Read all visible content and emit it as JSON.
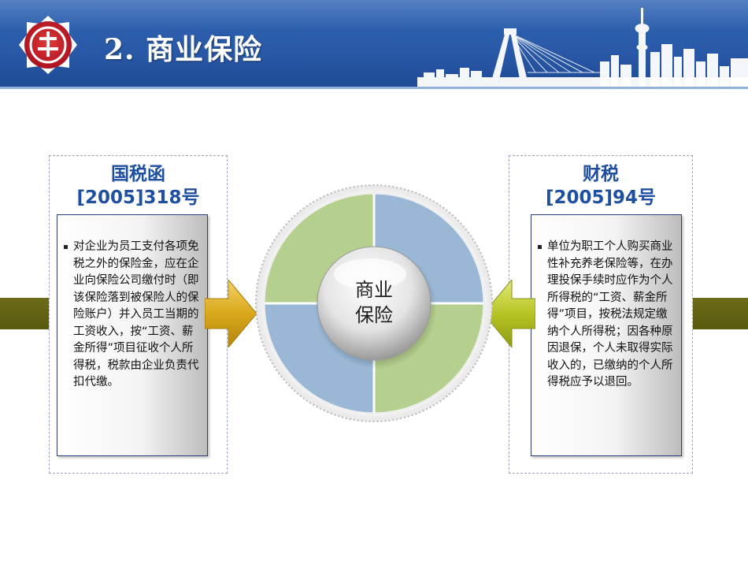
{
  "header": {
    "title": "2. 商业保险",
    "logo_icon": "tax-emblem-icon",
    "skyline_icon": "city-skyline-icon",
    "colors": {
      "band": "#2a5aa8",
      "logo_red": "#c8102e"
    }
  },
  "left_panel": {
    "title_line1": "国税函",
    "title_line2": "[2005]318号",
    "text": "对企业为员工支付各项免税之外的保险金，应在企业向保险公司缴付时（即该保险落到被保险人的保险账户）并入员工当期的工资收入，按“工资、薪金所得”项目征收个人所得税，税款由企业负责代扣代缴。"
  },
  "right_panel": {
    "title_line1": "财税",
    "title_line2": "[2005]94号",
    "text": "单位为职工个人购买商业性补充养老保险等，在办理投保手续时应作为个人所得税的“工资、薪金所得”项目，按税法规定缴纳个人所得税；因各种原因退保，个人未取得实际收入的，已缴纳的个人所得税应予以退回。"
  },
  "center": {
    "label_line1": "商业",
    "label_line2": "保险",
    "colors": {
      "green": "#b5cf8e",
      "blue": "#9ab8d6",
      "title_blue": "#1f4fa0"
    }
  }
}
